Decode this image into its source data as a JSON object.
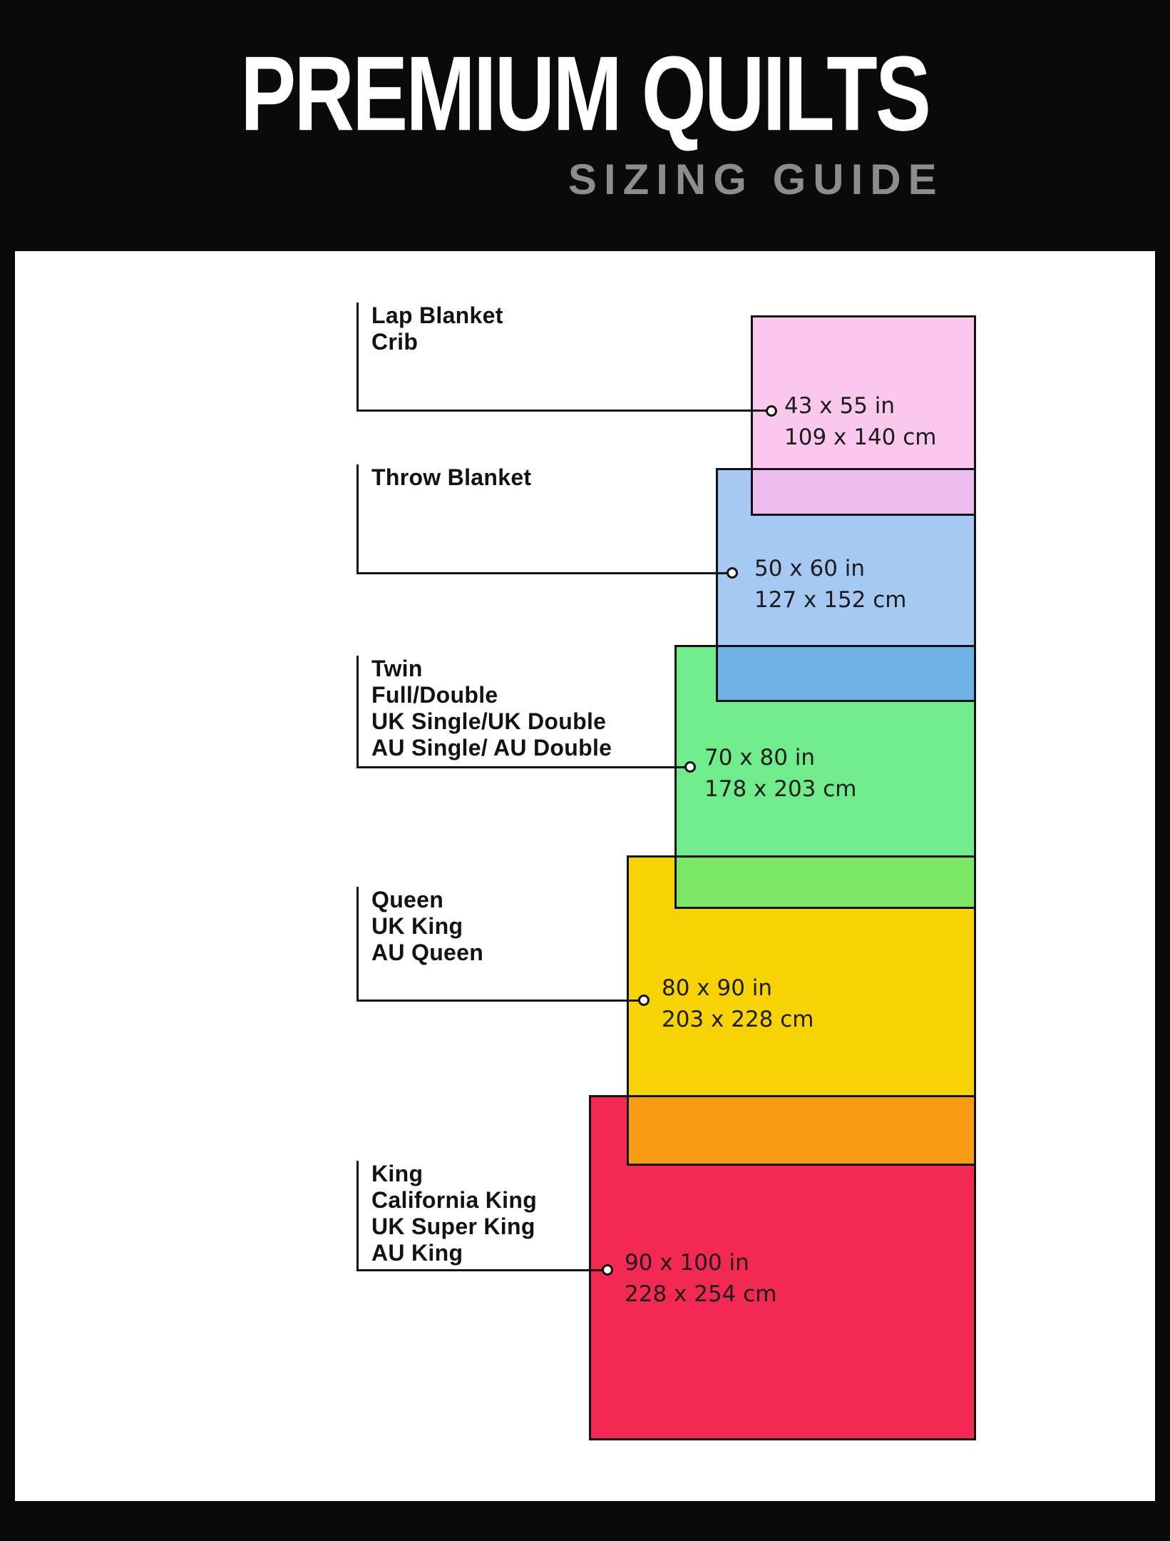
{
  "header": {
    "title": "PREMIUM QUILTS",
    "subtitle": "SIZING GUIDE",
    "title_color": "#ffffff",
    "subtitle_color": "#8d8d8d"
  },
  "sizes": [
    {
      "labels": [
        "Lap Blanket",
        "Crib"
      ],
      "inches": "43 x 55 in",
      "cm": "109 x 140 cm",
      "color": "#f9c8ec"
    },
    {
      "labels": [
        "Throw Blanket"
      ],
      "inches": "50 x 60 in",
      "cm": "127 x 152 cm",
      "color": "#a6c9f4"
    },
    {
      "labels": [
        "Twin",
        "Full/Double",
        "UK Single/UK Double",
        "AU Single/ AU Double"
      ],
      "inches": "70 x 80 in",
      "cm": "178 x 203 cm",
      "color": "#71ec8c"
    },
    {
      "labels": [
        "Queen",
        "UK King",
        "AU Queen"
      ],
      "inches": "80 x 90 in",
      "cm": "203 x 228 cm",
      "color": "#f8d303"
    },
    {
      "labels": [
        "King",
        "California King",
        "UK Super King",
        "AU King"
      ],
      "inches": "90 x 100 in",
      "cm": "228 x 254 cm",
      "color": "#f22950"
    }
  ],
  "overlaps": [
    {
      "between": "lap-blanket-and-throw",
      "color": "#eebbee"
    },
    {
      "between": "throw-and-twin",
      "color": "#6fb2e5"
    },
    {
      "between": "twin-and-queen",
      "color": "#7de768"
    },
    {
      "between": "queen-and-king",
      "color": "#f89c14"
    }
  ]
}
